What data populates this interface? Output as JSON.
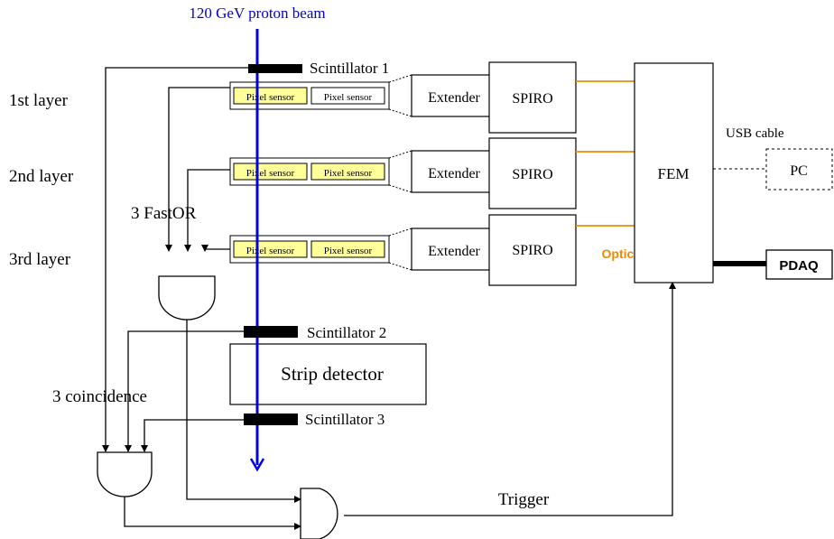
{
  "beam_label": "120 GeV proton beam",
  "layers": [
    "1st layer",
    "2nd layer",
    "3rd layer"
  ],
  "pixel_sensor_label": "Pixel sensor",
  "scintillators": [
    "Scintillator 1",
    "Scintillator 2",
    "Scintillator 3"
  ],
  "extender_label": "Extender",
  "spiro_label": "SPIRO",
  "fem_label": "FEM",
  "usb_cable_label": "USB cable",
  "pc_label": "PC",
  "pdaq_label": "PDAQ",
  "optical_cables_label": "Optical cables",
  "fastor_label": "3 FastOR",
  "coincidence_label": "3 coincidence",
  "strip_detector_label": "Strip detector",
  "trigger_label": "Trigger",
  "colors": {
    "beam": "#0000dd",
    "sensor_fill": "#ffff99",
    "optical": "#f08a00",
    "line": "#000000"
  }
}
